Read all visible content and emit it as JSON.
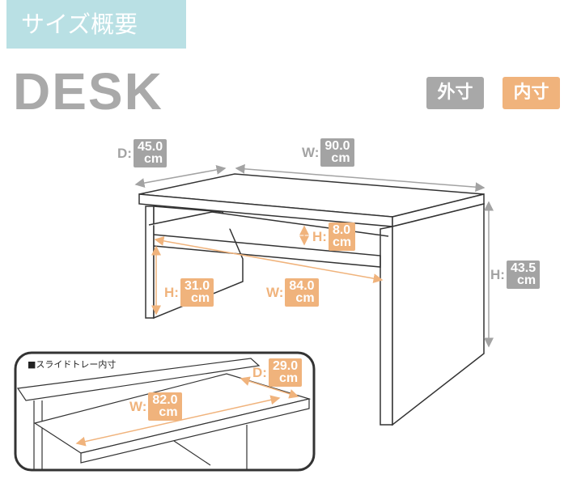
{
  "header": {
    "title": "サイズ概要",
    "product": "DESK"
  },
  "legend": {
    "outer": "外寸",
    "inner": "内寸",
    "outer_color": "#a8a8a8",
    "inner_color": "#f0b37c"
  },
  "dimensions": {
    "depth": {
      "key": "D:",
      "value": "45.0",
      "unit": "cm"
    },
    "width": {
      "key": "W:",
      "value": "90.0",
      "unit": "cm"
    },
    "height": {
      "key": "H:",
      "value": "43.5",
      "unit": "cm"
    },
    "shelf_height": {
      "key": "H:",
      "value": "8.0",
      "unit": "cm"
    },
    "leg_height": {
      "key": "H:",
      "value": "31.0",
      "unit": "cm"
    },
    "inner_width": {
      "key": "W:",
      "value": "84.0",
      "unit": "cm"
    }
  },
  "tray": {
    "label": "■スライドトレー内寸",
    "depth": {
      "key": "D:",
      "value": "29.0",
      "unit": "cm"
    },
    "width": {
      "key": "W:",
      "value": "82.0",
      "unit": "cm"
    }
  }
}
